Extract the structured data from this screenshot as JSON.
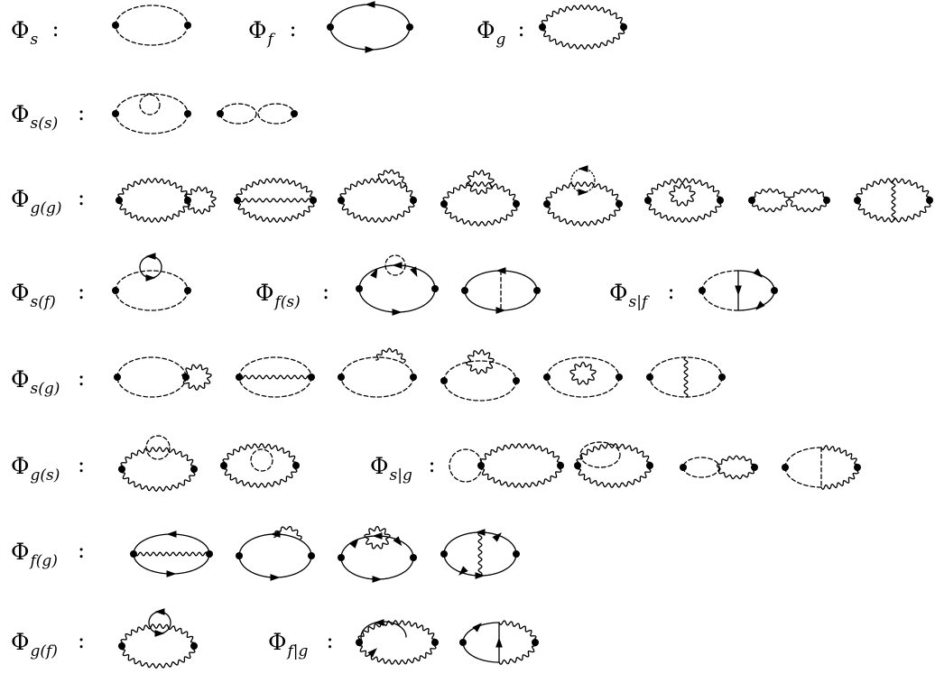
{
  "labels": [
    {
      "sub": "s",
      "diagrams": [
        "loop-s"
      ]
    },
    {
      "sub": "f",
      "diagrams": [
        "loop-f"
      ]
    },
    {
      "sub": "g",
      "diagrams": [
        "loop-g"
      ]
    },
    {
      "sub": "s(s)",
      "diagrams": [
        "s-s-1",
        "s-s-2"
      ]
    },
    {
      "sub": "g(g)",
      "diagrams": [
        "g-g-1",
        "g-g-2",
        "g-g-3",
        "g-g-4",
        "g-g-5",
        "g-g-6",
        "g-g-7",
        "g-g-8"
      ]
    },
    {
      "sub": "s(f)",
      "diagrams": [
        "s-f-1"
      ]
    },
    {
      "sub": "f(s)",
      "diagrams": [
        "f-s-1",
        "f-s-2"
      ]
    },
    {
      "sub": "s|f",
      "diagrams": [
        "sf-1"
      ]
    },
    {
      "sub": "s(g)",
      "diagrams": [
        "s-g-1",
        "s-g-2",
        "s-g-3",
        "s-g-4",
        "s-g-5",
        "s-g-6"
      ]
    },
    {
      "sub": "g(s)",
      "diagrams": [
        "g-s-1",
        "g-s-2"
      ]
    },
    {
      "sub": "s|g",
      "diagrams": [
        "sg-1",
        "sg-2",
        "sg-3",
        "sg-4"
      ]
    },
    {
      "sub": "f(g)",
      "diagrams": [
        "f-g-1",
        "f-g-2",
        "f-g-3",
        "f-g-4"
      ]
    },
    {
      "sub": "g(f)",
      "diagrams": [
        "g-f-1"
      ]
    },
    {
      "sub": "f|g",
      "diagrams": [
        "fg-1",
        "fg-2"
      ]
    }
  ],
  "symbol": "Φ",
  "separator": ":"
}
